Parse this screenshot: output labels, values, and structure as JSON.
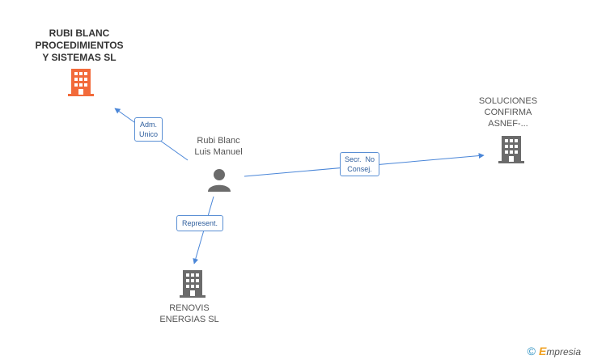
{
  "colors": {
    "main_company": "#f26a3a",
    "company": "#6b6b6b",
    "person": "#6b6b6b",
    "edge": "#4a86d8",
    "edge_label_border": "#5a8fd4"
  },
  "nodes": {
    "rubi_blanc_company": {
      "lines": [
        "RUBI BLANC",
        "PROCEDIMIENTOS",
        "Y SISTEMAS SL"
      ],
      "icon": "building-icon"
    },
    "person": {
      "lines": [
        "Rubi Blanc",
        "Luis Manuel"
      ],
      "icon": "person-icon"
    },
    "soluciones": {
      "lines": [
        "SOLUCIONES",
        "CONFIRMA",
        "ASNEF-..."
      ],
      "icon": "building-icon"
    },
    "renovis": {
      "lines": [
        "RENOVIS",
        "ENERGIAS SL"
      ],
      "icon": "building-icon"
    }
  },
  "edges": {
    "adm_unico": {
      "lines": [
        "Adm.",
        "Unico"
      ]
    },
    "secr_no_consej": {
      "lines": [
        "Secr.  No",
        "Consej."
      ]
    },
    "represent": {
      "lines": [
        "Represent."
      ]
    }
  },
  "footer": {
    "copyright": "©",
    "brand_initial": "E",
    "brand_rest": "mpresia"
  }
}
